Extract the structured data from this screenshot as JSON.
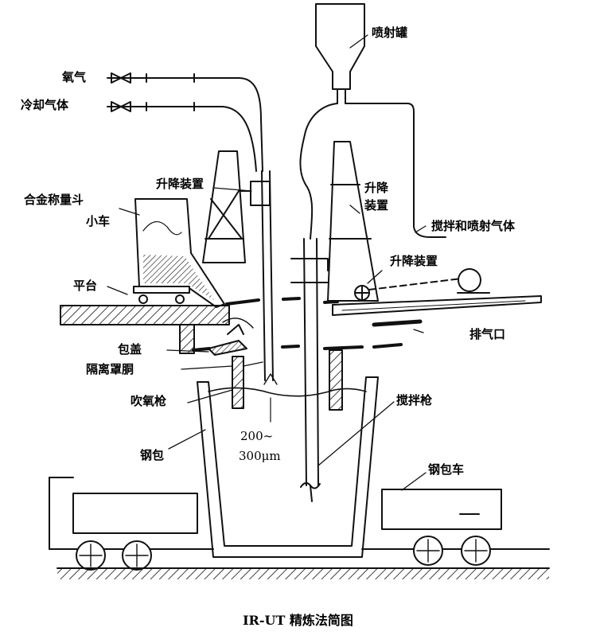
{
  "labels": {
    "spray_tank": "喷射罐",
    "oxygen": "氧气",
    "cooling_gas": "冷却气体",
    "lift_device_left": "升降装置",
    "lift_device_center_1": "升降",
    "lift_device_center_2": "装置",
    "alloy_hopper_1": "合金称量斗",
    "alloy_hopper_2": "小车",
    "stir_spray_gas": "搅拌和喷射气体",
    "lift_device_right": "升降装置",
    "platform": "平台",
    "exhaust": "排气口",
    "ladle_cover": "包盖",
    "isolation_hood": "隔离罩胴",
    "oxygen_lance": "吹氧枪",
    "stirring_lance": "搅拌枪",
    "gap_1": "200~",
    "gap_2": "300μm",
    "ladle": "钢包",
    "ladle_car": "钢包车"
  },
  "caption": "IR-UT 精炼法简图",
  "colors": {
    "ink": "#111111",
    "paper": "#ffffff"
  }
}
